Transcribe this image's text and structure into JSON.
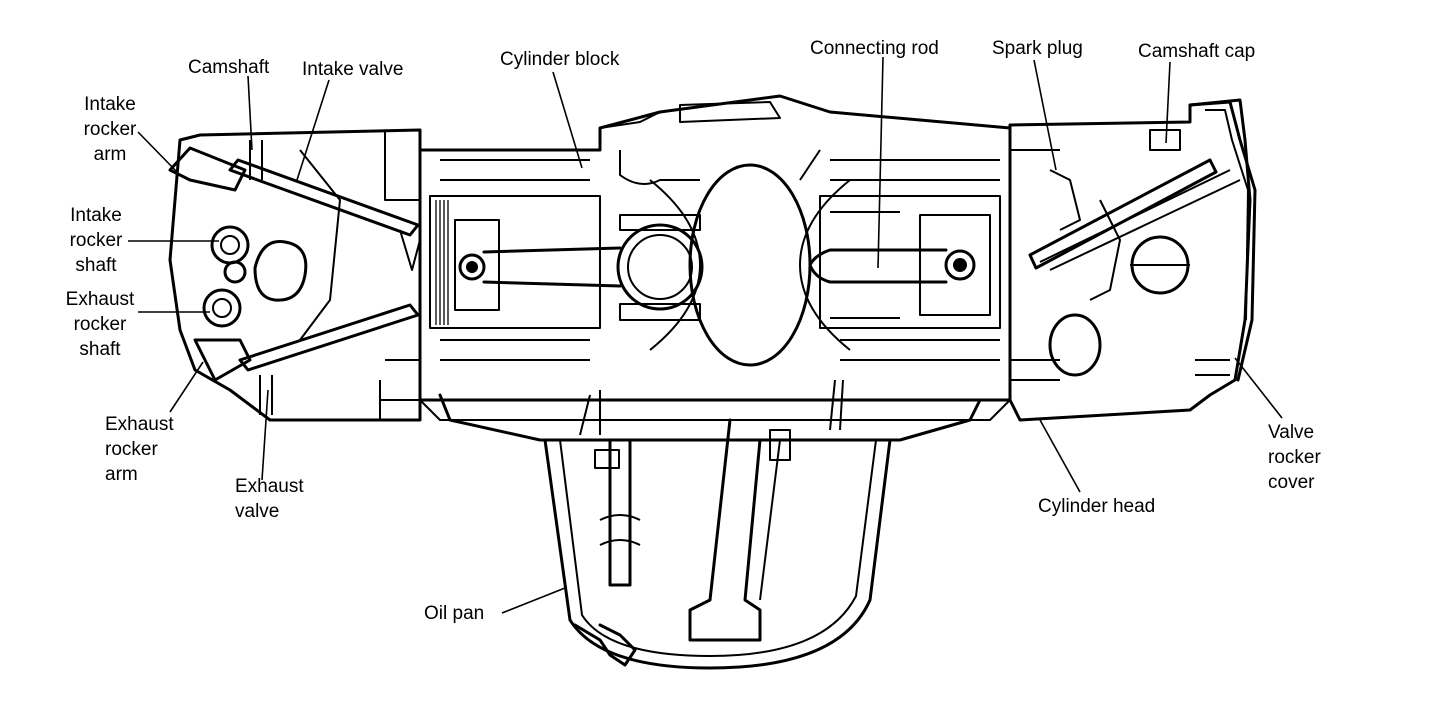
{
  "labels": {
    "camshaft": "Camshaft",
    "intake_valve": "Intake valve",
    "cylinder_block": "Cylinder block",
    "connecting_rod": "Connecting rod",
    "spark_plug": "Spark plug",
    "camshaft_cap": "Camshaft cap",
    "intake_rocker_arm": "Intake\nrocker\narm",
    "intake_rocker_shaft": "Intake\nrocker\nshaft",
    "exhaust_rocker_shaft": "Exhaust\nrocker\nshaft",
    "exhaust_rocker_arm": "Exhaust\nrocker\narm",
    "exhaust_valve": "Exhaust\nvalve",
    "oil_pan": "Oil pan",
    "cylinder_head": "Cylinder head",
    "valve_rocker_cover": "Valve\nrocker\ncover"
  }
}
